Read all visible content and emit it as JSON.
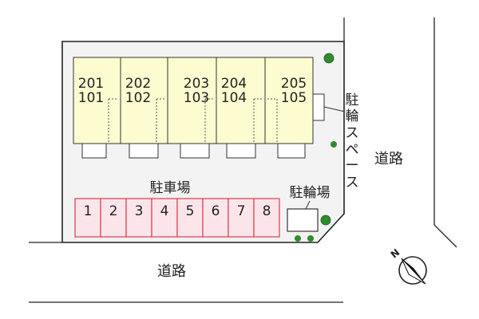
{
  "units": [
    {
      "upper": "201",
      "lower": "101"
    },
    {
      "upper": "202",
      "lower": "102"
    },
    {
      "upper": "203",
      "lower": "103"
    },
    {
      "upper": "204",
      "lower": "104"
    },
    {
      "upper": "205",
      "lower": "105"
    }
  ],
  "parking": {
    "title": "駐車場",
    "spaces": [
      "1",
      "2",
      "3",
      "4",
      "5",
      "6",
      "7",
      "8"
    ]
  },
  "bicycle_parking": {
    "title": "駐輪場",
    "side_label_chars": [
      "駐",
      "輪",
      "ス",
      "ペ",
      "ー",
      "ス"
    ]
  },
  "roads": {
    "bottom_label": "道路",
    "right_label": "道路"
  },
  "compass": {
    "north_letter": "N"
  },
  "colors": {
    "unit_fill": "#fdfcd0",
    "parking_fill": "#fbe5ea",
    "parking_stroke": "#e04a5a",
    "site_fill": "#f3f3f3",
    "tree": "#2e8b2e"
  }
}
